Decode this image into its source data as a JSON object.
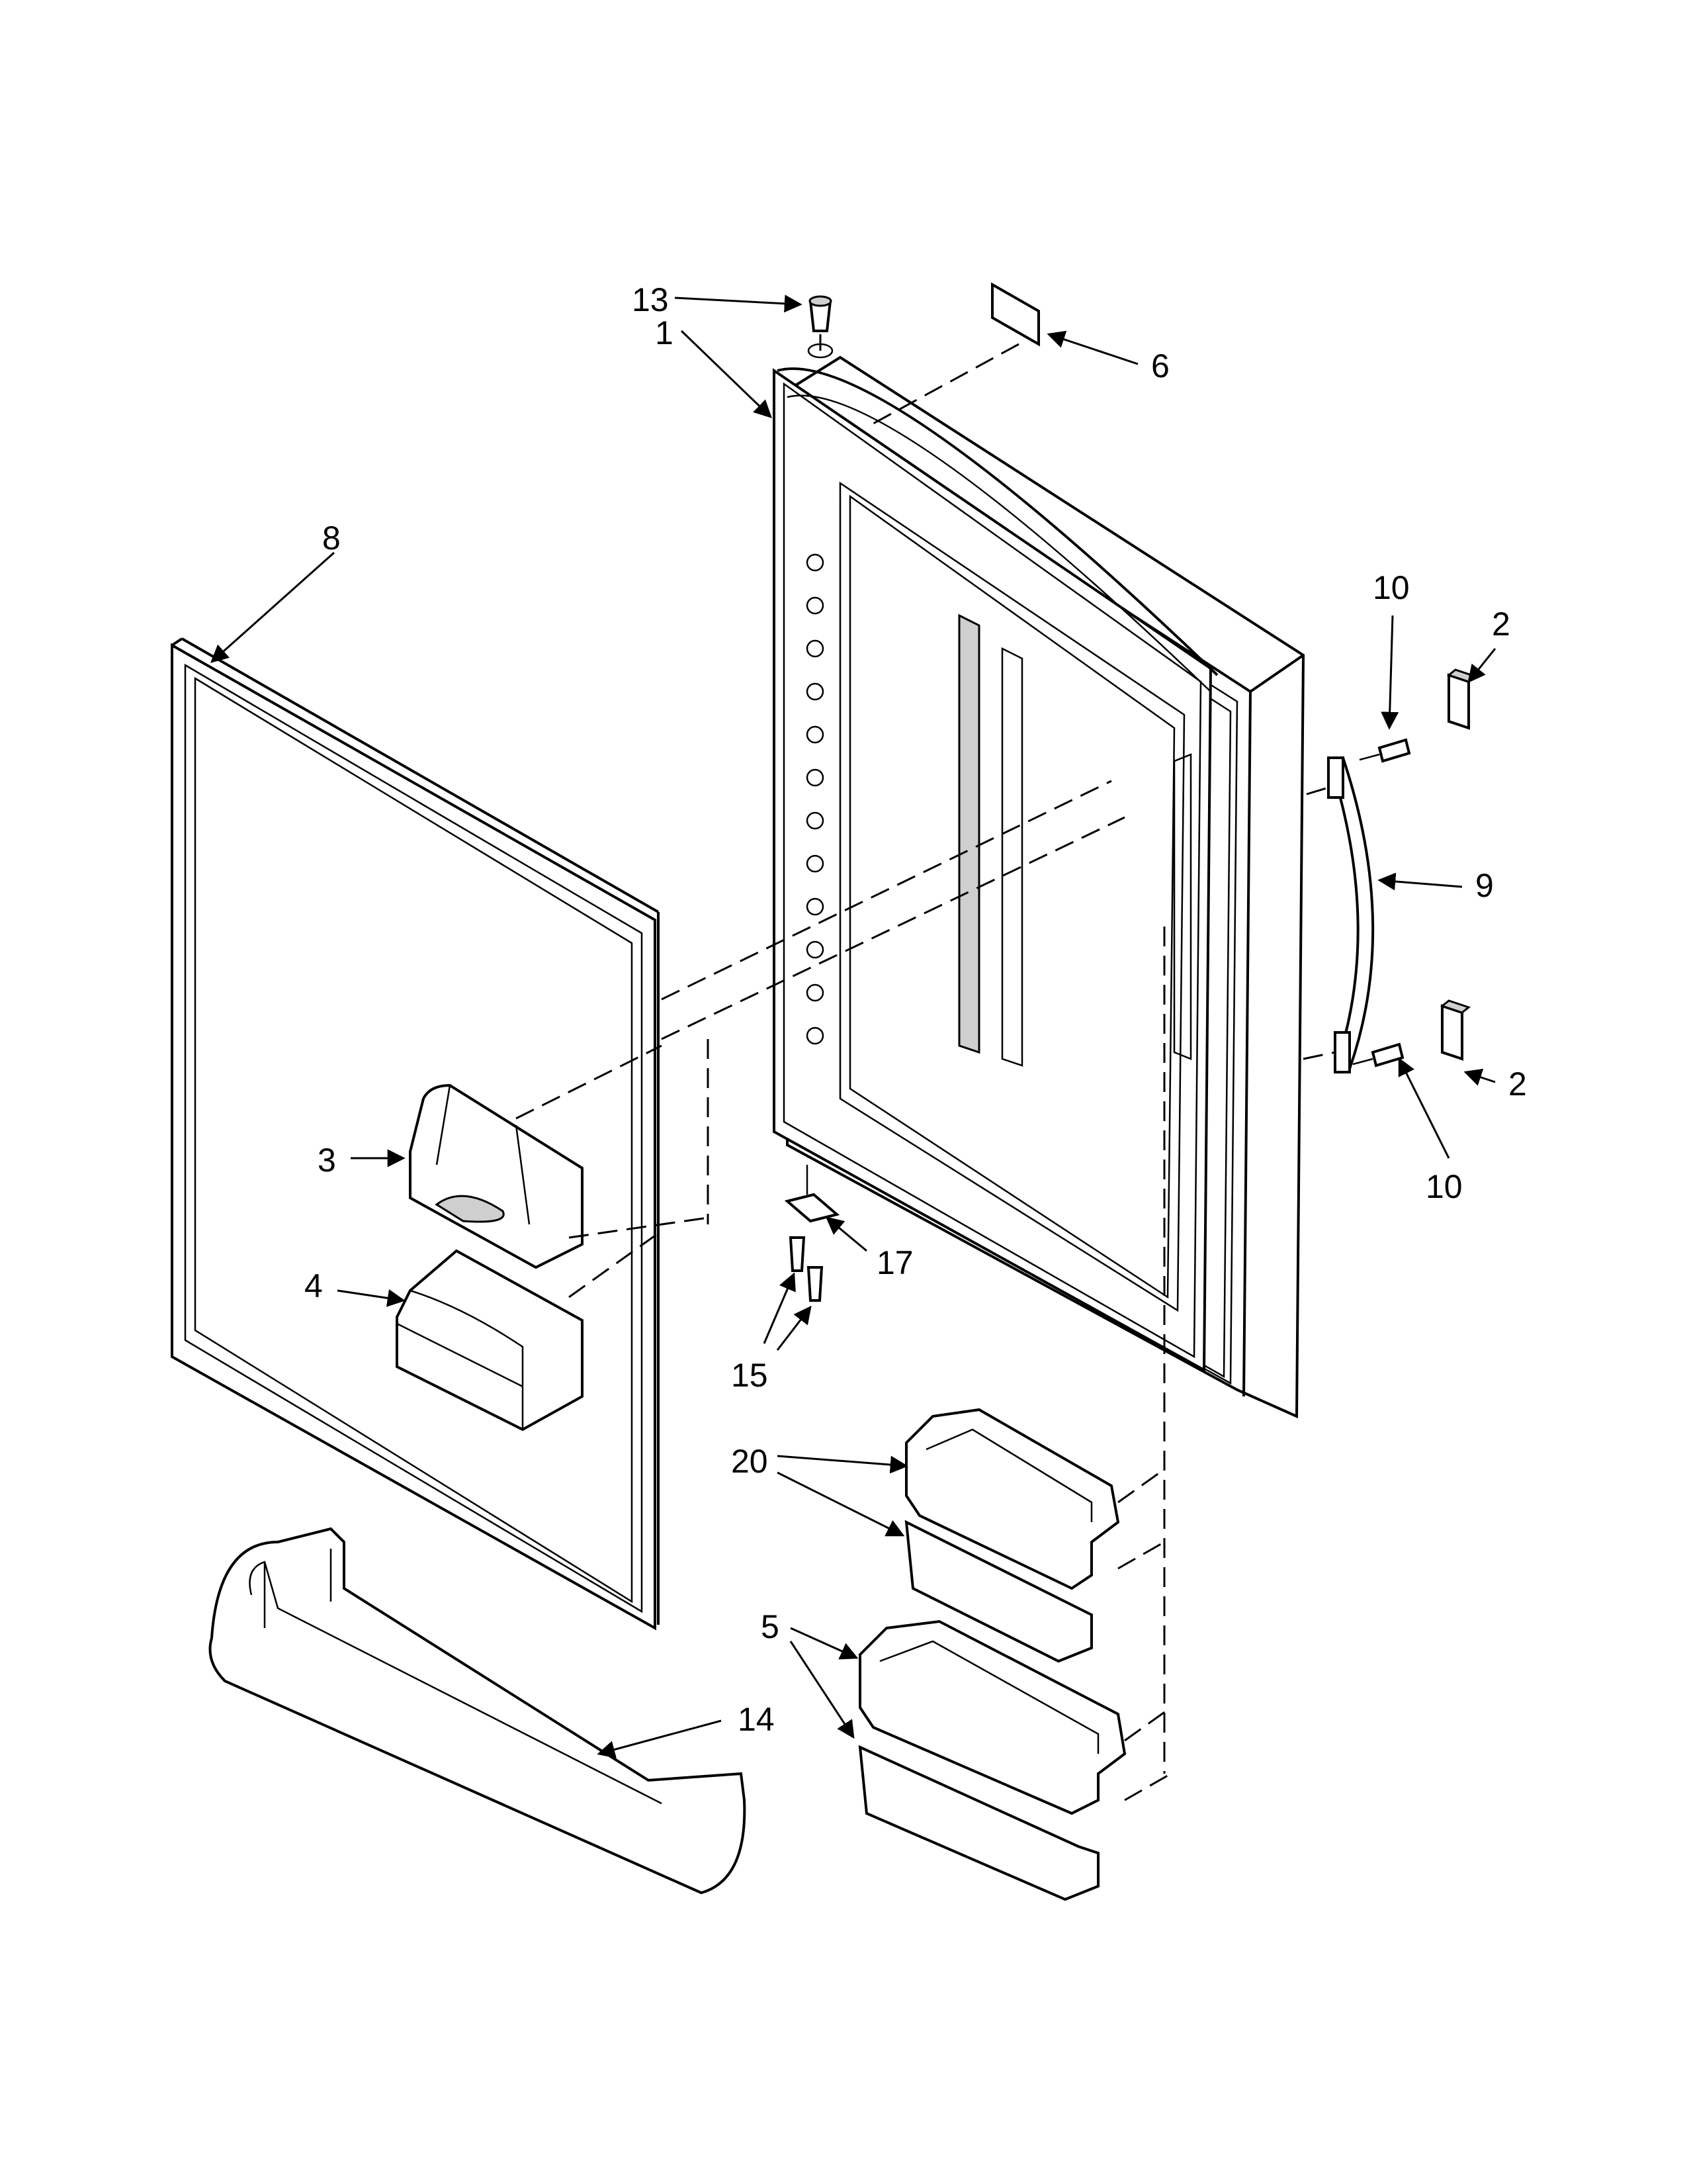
{
  "callouts": {
    "c1": "1",
    "c2a": "2",
    "c2b": "2",
    "c3": "3",
    "c4": "4",
    "c5": "5",
    "c6": "6",
    "c8": "8",
    "c9": "9",
    "c10a": "10",
    "c10b": "10",
    "c13": "13",
    "c14": "14",
    "c15": "15",
    "c17": "17",
    "c20": "20"
  }
}
